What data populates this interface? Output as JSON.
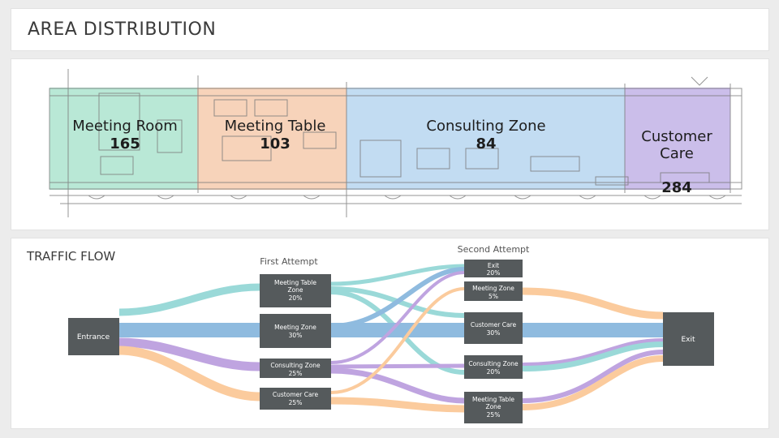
{
  "header": {
    "title": "AREA DISTRIBUTION"
  },
  "floorplan": {
    "zones": [
      {
        "name": "Meeting Room",
        "value": "165",
        "color": "#7fd6b4"
      },
      {
        "name": "Meeting Table",
        "value": "103",
        "color": "#f2b68c"
      },
      {
        "name": "Consulting Zone",
        "value": "84",
        "color": "#8fbfe8"
      },
      {
        "name": "Customer\nCare",
        "value": "284",
        "color": "#a993dc"
      }
    ]
  },
  "traffic": {
    "title": "TRAFFIC FLOW",
    "first_attempt_label": "First Attempt",
    "second_attempt_label": "Second Attempt",
    "entrance": "Entrance",
    "exit": "Exit",
    "first": [
      {
        "name": "Meeting Table Zone",
        "pct": "20%"
      },
      {
        "name": "Meeting Zone",
        "pct": "30%"
      },
      {
        "name": "Consulting Zone",
        "pct": "25%"
      },
      {
        "name": "Customer Care",
        "pct": "25%"
      }
    ],
    "second": [
      {
        "name": "Exit",
        "pct": "20%"
      },
      {
        "name": "Meeting Zone",
        "pct": "5%"
      },
      {
        "name": "Customer Care",
        "pct": "30%"
      },
      {
        "name": "Consulting Zone",
        "pct": "20%"
      },
      {
        "name": "Meeting Table Zone",
        "pct": "25%"
      }
    ],
    "colors": {
      "teal": "#9ad9d8",
      "blue": "#8fbbdf",
      "purple": "#bfa4e0",
      "orange": "#fbcb9d",
      "node": "#555a5c"
    }
  }
}
